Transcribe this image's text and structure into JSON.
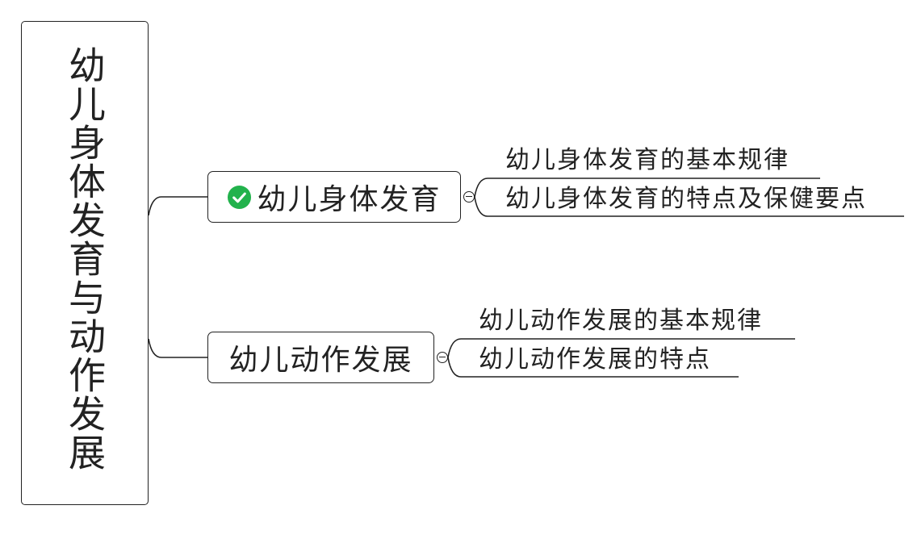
{
  "root": {
    "title": "幼儿身体发育与动作发展"
  },
  "branches": [
    {
      "label": "幼儿身体发育",
      "status_icon": "check-circle-icon",
      "status_color": "#22b24c",
      "children": [
        {
          "label": "幼儿身体发育的基本规律"
        },
        {
          "label": "幼儿身体发育的特点及保健要点"
        }
      ]
    },
    {
      "label": "幼儿动作发展",
      "children": [
        {
          "label": "幼儿动作发展的基本规律"
        },
        {
          "label": "幼儿动作发展的特点"
        }
      ]
    }
  ]
}
